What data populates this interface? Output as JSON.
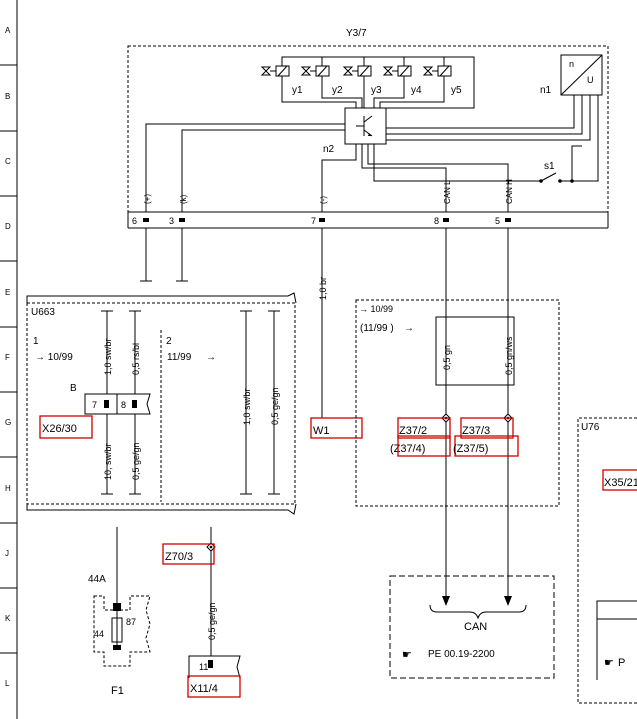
{
  "row_labels": [
    "A",
    "B",
    "C",
    "D",
    "E",
    "F",
    "G",
    "H",
    "J",
    "K",
    "L"
  ],
  "components": {
    "y3_7": "Y3/7",
    "n1": "n1",
    "n1_symbol_n": "n",
    "n1_symbol_u": "U",
    "n2": "n2",
    "s1": "s1",
    "valves": [
      "y1",
      "y2",
      "y3",
      "y4",
      "y5"
    ],
    "u663": "U663",
    "u76": "U76",
    "f1": "F1",
    "fuse_44a": "44A",
    "fuse_pin_44": "44",
    "fuse_pin_87": "87"
  },
  "pins": [
    {
      "num": "6",
      "signal": "(+)"
    },
    {
      "num": "3",
      "signal": "(k)"
    },
    {
      "num": "7",
      "signal": "(-)"
    },
    {
      "num": "8",
      "signal": "CAN L"
    },
    {
      "num": "5",
      "signal": "CAN H"
    }
  ],
  "variant_1": {
    "num": "1",
    "date": "→ 10/99",
    "block": "B",
    "pin7": "7",
    "pin8": "8",
    "wire_top1": "1,0 sw/br",
    "wire_top2": "0,5 rs/bl",
    "wire_bot1": "10, sw/br",
    "wire_bot2": "0,5 ge/gn"
  },
  "variant_2": {
    "num": "2",
    "date": "11/99",
    "arrow": "→",
    "wire1": "1,0 sw/br",
    "wire2": "0,5 ge/gn"
  },
  "wire_w1": "1,0 br",
  "can_box": {
    "date1": "→ 10/99",
    "date2": "(11/99 )",
    "arrow": "→",
    "wire_l": "0,5 gn",
    "wire_h": "0,5 gn/ws"
  },
  "connectors": {
    "x26_30": "X26/30",
    "w1": "W1",
    "z37_2": "Z37/2",
    "z37_3": "Z37/3",
    "z37_4": "(Z37/4)",
    "z37_5": "(Z37/5)",
    "z70_3": "Z70/3",
    "x11_4": "X11/4",
    "x11_pin": "11",
    "x35_21": "X35/21"
  },
  "wire_z70": "0,5 ge/gn",
  "can_bus": {
    "label": "CAN",
    "ref": "PE 00.19-2200",
    "ref_icon": "pointing-hand-icon"
  },
  "bottom_right_ref": "P"
}
